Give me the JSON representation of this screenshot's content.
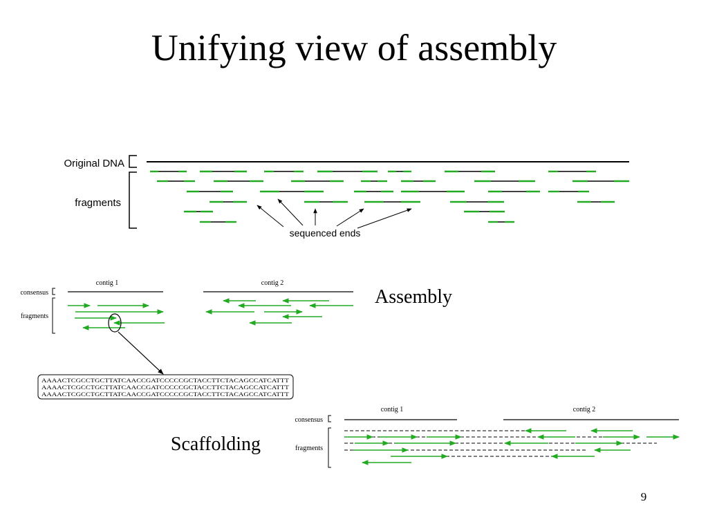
{
  "slide": {
    "title": "Unifying view of assembly",
    "page_number": "9"
  },
  "panel_dna": {
    "original_dna_label": "Original DNA",
    "fragments_label": "fragments",
    "sequenced_ends_label": "sequenced ends"
  },
  "panel_assembly": {
    "caption": "Assembly",
    "contig1_label": "contig 1",
    "contig2_label": "contig 2",
    "consensus_label": "consensus",
    "fragments_label": "fragments",
    "sequence_lines": [
      "AAAACTCGCCTGCTTATCAACCGATCCCCCGCTACCTTCTACAGCCATCATTT",
      "AAAACTCGCCTGCTTATCAACCGATCCCCCGCTACCTTCTACAGCCATCATTT",
      "AAAACTCGCCTGCTTATCAACCGATCCCCCGCTACCTTCTACAGCCATCATTT"
    ]
  },
  "panel_scaffolding": {
    "caption": "Scaffolding",
    "contig1_label": "contig 1",
    "contig2_label": "contig 2",
    "consensus_label": "consensus",
    "fragments_label": "fragments"
  },
  "colors": {
    "read": "#22aa22",
    "line": "#000000"
  }
}
